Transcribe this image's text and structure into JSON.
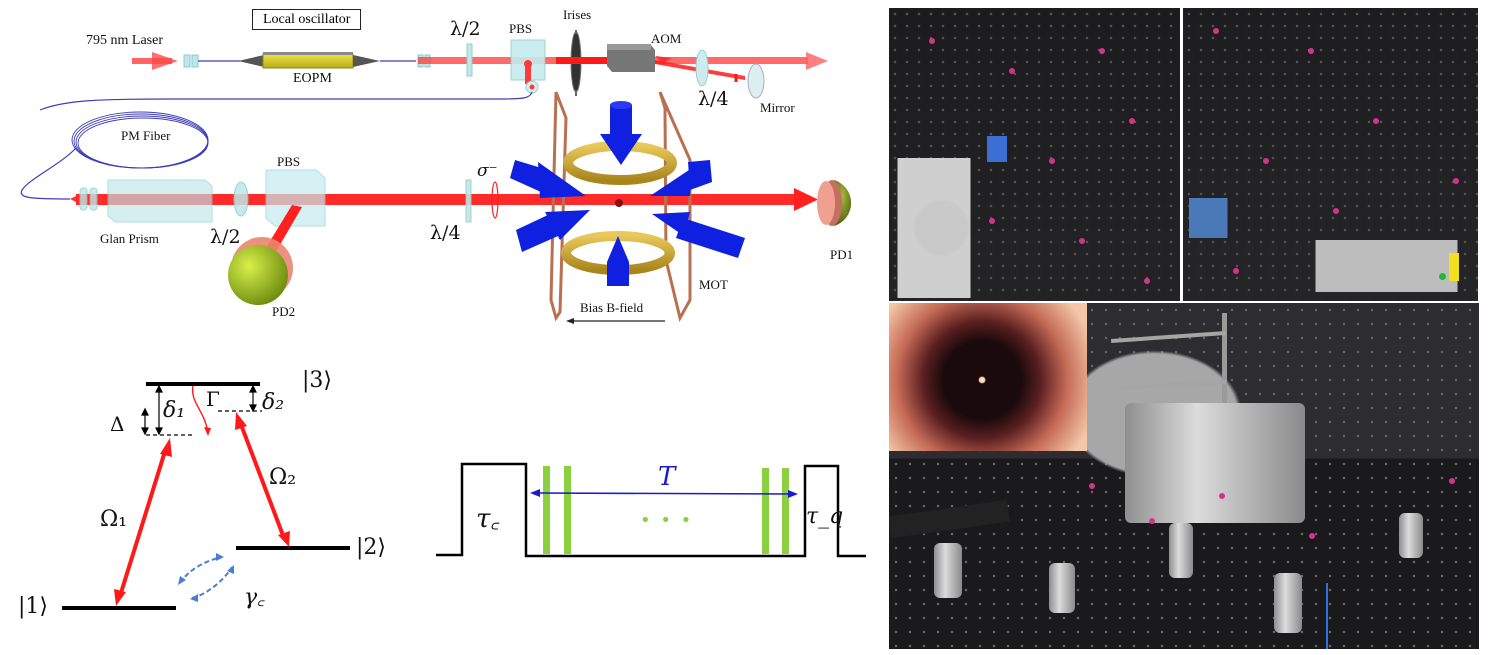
{
  "setup": {
    "labels": {
      "laser": "795 nm Laser",
      "local_oscillator": "Local oscillator",
      "eopm": "EOPM",
      "half_wave_top": "λ/2",
      "pbs_top": "PBS",
      "irises": "Irises",
      "aom": "AOM",
      "quarter_wave_top": "λ/4",
      "mirror": "Mirror",
      "pm_fiber": "PM Fiber",
      "pbs_bottom": "PBS",
      "glan_prism": "Glan Prism",
      "half_wave_bottom": "λ/2",
      "pd2": "PD2",
      "sigma_minus": "σ⁻",
      "quarter_wave_bottom": "λ/4",
      "mot": "MOT",
      "bias_field": "Bias B-field",
      "pd1": "PD1"
    },
    "colors": {
      "beam": "#ff2a2a",
      "fiber": "#3d3db8",
      "mot_beam": "#1020e0",
      "coil": "#c9a227",
      "frame": "#b87050",
      "pd_sphere": "#9ac21a",
      "optic": "#b7e3e6"
    }
  },
  "level_diagram": {
    "state_1": "|1⟩",
    "state_2": "|2⟩",
    "state_3": "|3⟩",
    "delta_big": "Δ",
    "delta_1": "δ₁",
    "delta_2": "δ₂",
    "gamma_decay": "Γ",
    "omega_1": "Ω₁",
    "omega_2": "Ω₂",
    "gamma_c": "γ꜀",
    "colors": {
      "transition": "#ff1a1a",
      "coupling": "#4a7fd0",
      "level": "#000000"
    }
  },
  "timing_diagram": {
    "tau_c": "τ꜀",
    "tau_q": "τ_q",
    "period": "T",
    "ellipsis": "• • •",
    "colors": {
      "pulse": "#8ccf3f",
      "period_arrow": "#1a1ad0",
      "trace": "#000000"
    }
  },
  "photos": {
    "top_left": "apparatus-photo-left",
    "top_right": "apparatus-photo-right",
    "bottom": "mot-chamber-photo",
    "inset": "atom-cloud-fluorescence"
  }
}
